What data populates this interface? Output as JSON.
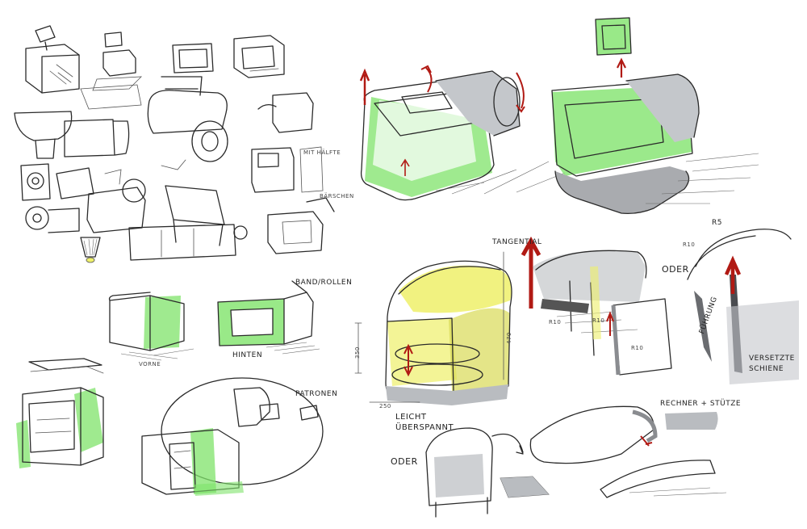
{
  "colors": {
    "ink": "#2a2a2a",
    "marker_green": "#7fe36a",
    "marker_yellow": "#eef06a",
    "marker_gray": "#b9bcc0",
    "arrow_red": "#b11a14",
    "paper": "#ffffff"
  },
  "annotations": {
    "band_rollen": "BAND/ROLLEN",
    "hinten": "HINTEN",
    "vorne": "VORNE",
    "patronen": "PATRONEN",
    "tangential": "TANGENTIAL",
    "oder_top": "ODER",
    "r5": "R5",
    "r10_a": "R10",
    "r10_b": "R10",
    "r10_c": "R10",
    "r10_d": "R10",
    "fuhrung": "FÜHRUNG",
    "versetzte_schiene": "VERSETZTE\nSCHIENE",
    "leicht_uberspannt": "LEICHT\nÜBERSPANNT",
    "rechner_stutze": "RECHNER + STÜTZE",
    "oder_bottom": "ODER",
    "dim_350": "350",
    "dim_470": "470",
    "dim_250": "250",
    "tiny_note_a": "MIT HÄLFTE",
    "tiny_note_b": "BÄRSCHEN"
  }
}
